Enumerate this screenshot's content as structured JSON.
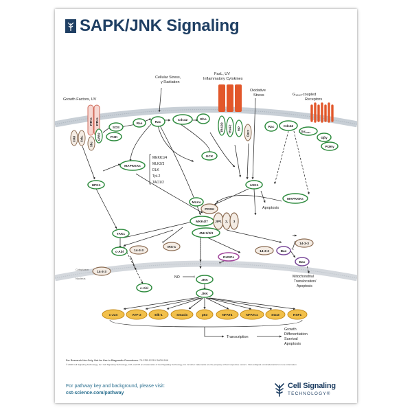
{
  "title": "SAPK/JNK Signaling",
  "stimuli": {
    "growth": "Growth Factors, UV",
    "stress1": "Cellular Stress,",
    "stress2": "γ Radiation",
    "fasl1": "FasL, UV",
    "fasl2": "Inflammatory Cytokines",
    "oxid1": "Oxidative",
    "oxid2": "Stress",
    "gpcr1": "G",
    "gpcr_sub": "12/13",
    "gpcr2": "-coupled",
    "gpcr3": "Receptors"
  },
  "receptors": {
    "crkii": "CrkII",
    "crkl": "CrkL",
    "rtk1": "RTKs",
    "rtk2": "RTKs",
    "shc": "Shc",
    "grb2": "GRB2",
    "tradd": "TRADD",
    "traf2": "TRAF2",
    "rip": "RIP",
    "daxx": "Daxx"
  },
  "nodes": {
    "sos": "SOS",
    "pi3k": "PI3K",
    "ras": "Ras",
    "rac": "Rac",
    "cdc42": "Cdc42",
    "rho": "Rho",
    "gck": "GCK",
    "rac2": "Rac",
    "cdc42b": "Cdc42",
    "galpha": "Gα",
    "galpha_sub": "12/13",
    "gbg": "Gβγ",
    "pi3kg": "PI3Kγ",
    "mapkkks": "MAPKKKs",
    "mapkkks2": "MAPKKKs",
    "hpk1": "HPK1",
    "ask1": "ASK1",
    "mlks": "MLKs",
    "posh": "POSH",
    "mkk47": "MKK4/7",
    "jip1": "JIP1",
    "jip2": "2,",
    "jip3": "3",
    "tak1": "TAK1",
    "jnk123": "JNK1/2/3",
    "cabl": "c-Abl",
    "p1433a": "14-3-3",
    "irs1": "IRS-1",
    "dusps": "DUSPs",
    "p1433b": "14-3-3",
    "bax": "Bax",
    "p1433c": "14-3-3",
    "bax2": "Bax",
    "p1433d": "14-3-3",
    "cabl2": "c-Abl",
    "jnk_n1": "JNK",
    "jnk_n2": "JNK"
  },
  "mapkkk_list": [
    "MEKK1/4",
    "MLK2/3",
    "DLK",
    "Tpl-2",
    "TAO1/2"
  ],
  "labels": {
    "apoptosis": "Apoptosis",
    "mito1": "Mitochondrial",
    "mito2": "Translocation/",
    "mito3": "Apoptosis",
    "cytoplasm": "Cytoplasm",
    "nucleus": "Nucleus",
    "no": "NO",
    "transcription": "Transcription",
    "out1": "Growth",
    "out2": "Differentiation",
    "out3": "Survival",
    "out4": "Apoptosis"
  },
  "targets": [
    "c-Jun",
    "ATF-2",
    "Elk-1",
    "Smad4",
    "p53",
    "NFAT4",
    "NFATc1",
    "Stat3",
    "HSF1"
  ],
  "legal": {
    "line1_bold": "For Research Use Only. Not for Use in Diagnostic Procedures.",
    "line1_rest": " 75-CPB-12219 SAPK/JNK",
    "line2": "© 2020 Cell Signaling Technology, Inc. Cell Signaling Technology, CST, and XP are trademarks of Cell Signaling Technology, Inc. All other trademarks are the property of their respective owners. Visit cellsignal.com/trademarks for more information."
  },
  "footer": {
    "visit1": "For pathway key and background, please visit:",
    "visit2": "cst-science.com/pathway",
    "brand_name": "Cell Signaling",
    "brand_sub": "TECHNOLOGY®"
  },
  "colors": {
    "title": "#1f3f63",
    "node_stroke": "#2e8b3e",
    "node_fill": "#ffffff",
    "brown": "#8a6a50",
    "brown_fill": "#f4ece4",
    "receptor_orange": "#e2572a",
    "dusp": "#a0449a",
    "bax": "#7a4a9a",
    "target_fill": "#f2c04a",
    "target_stroke": "#c48a1a",
    "membrane": "#c8cfd6"
  }
}
